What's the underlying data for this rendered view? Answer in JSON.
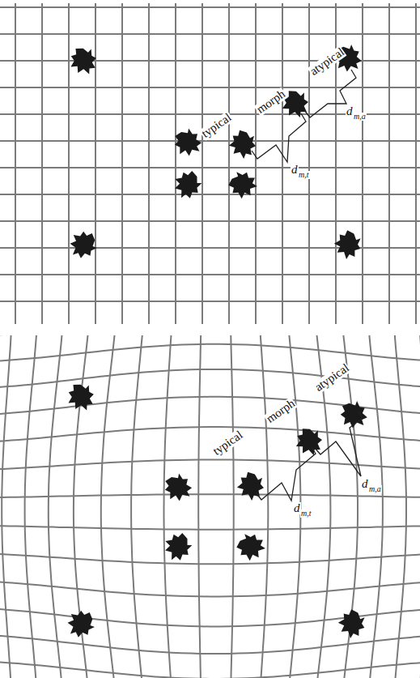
{
  "diagram": {
    "labels": [
      "typical",
      "morph",
      "atypical",
      "d",
      "m,t",
      "d",
      "m,a",
      "typical",
      "morph",
      "atypical",
      "d",
      "m,t",
      "d",
      "m,a"
    ]
  }
}
